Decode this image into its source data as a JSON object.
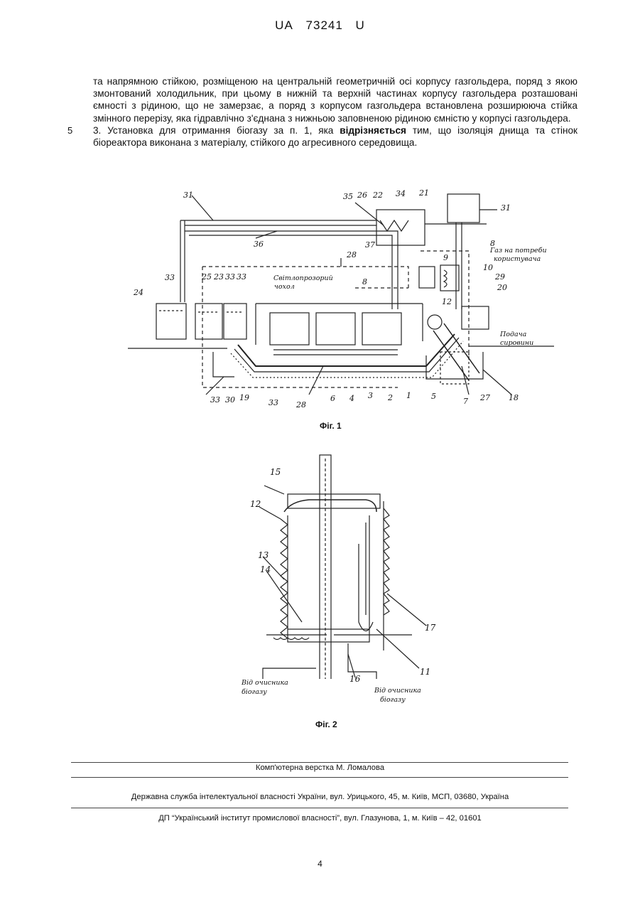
{
  "header": {
    "prefix": "UA",
    "number": "73241",
    "suffix": "U"
  },
  "line_number": "5",
  "claims": {
    "p1": "та напрямною стійкою, розміщеною на центральній геометричній осі корпусу газгольдера, поряд з якою змонтований холодильник, при цьому в нижній та верхній частинах корпусу газгольдера розташовані ємності з рідиною, що не замерзає, а поряд з корпусом газгольдера встановлена розширююча стійка змінного перерізу, яка гідравлічно з'єднана з нижньою заповненою рідиною ємністю у корпусі газгольдера.",
    "p2_start": "3. Установка для отримання біогазу за п. 1, яка ",
    "p2_bold": "відрізняється",
    "p2_end": " тим, що ізоляція днища та стінок біореактора виконана з матеріалу, стійкого до агресивного середовища."
  },
  "figure1": {
    "caption": "Фіг. 1",
    "labels": {
      "l31a": "31",
      "l35": "35",
      "l26": "26",
      "l22": "22",
      "l34": "34",
      "l21": "21",
      "l31b": "31",
      "l36": "36",
      "l37": "37",
      "l8a": "8",
      "gas": "Газ на потреби",
      "gas2": "користувача",
      "l9": "9",
      "l10": "10",
      "l29": "29",
      "l20": "20",
      "l28a": "28",
      "l8b": "8",
      "chokhol": "Світлопрозорий",
      "chokhol2": "чохол",
      "l24": "24",
      "l33a": "33",
      "l25": "25",
      "l23": "23",
      "l33b": "33",
      "l33c": "33",
      "l12": "12",
      "feed": "Подача",
      "feed2": "сировини",
      "l33d": "33",
      "l30": "30",
      "l19": "19",
      "l33e": "33",
      "l28b": "28",
      "l6": "6",
      "l4": "4",
      "l3": "3",
      "l2": "2",
      "l1": "1",
      "l5": "5",
      "l7": "7",
      "l27": "27",
      "l18": "18"
    }
  },
  "figure2": {
    "caption": "Фіг. 2",
    "labels": {
      "l15": "15",
      "l12": "12",
      "l13": "13",
      "l14": "14",
      "l17": "17",
      "l11": "11",
      "l16": "16",
      "from1": "Від очисника",
      "from1b": "біогазу",
      "from2": "Від очисника",
      "from2b": "біогазу"
    }
  },
  "footer": {
    "layout": "Комп'ютерна верстка М. Ломалова",
    "service": "Державна служба інтелектуальної власності України, вул. Урицького, 45, м. Київ, МСП, 03680, Україна",
    "institute": "ДП “Український інститут промислової власності”, вул. Глазунова, 1, м. Київ – 42, 01601"
  },
  "page_number": "4"
}
